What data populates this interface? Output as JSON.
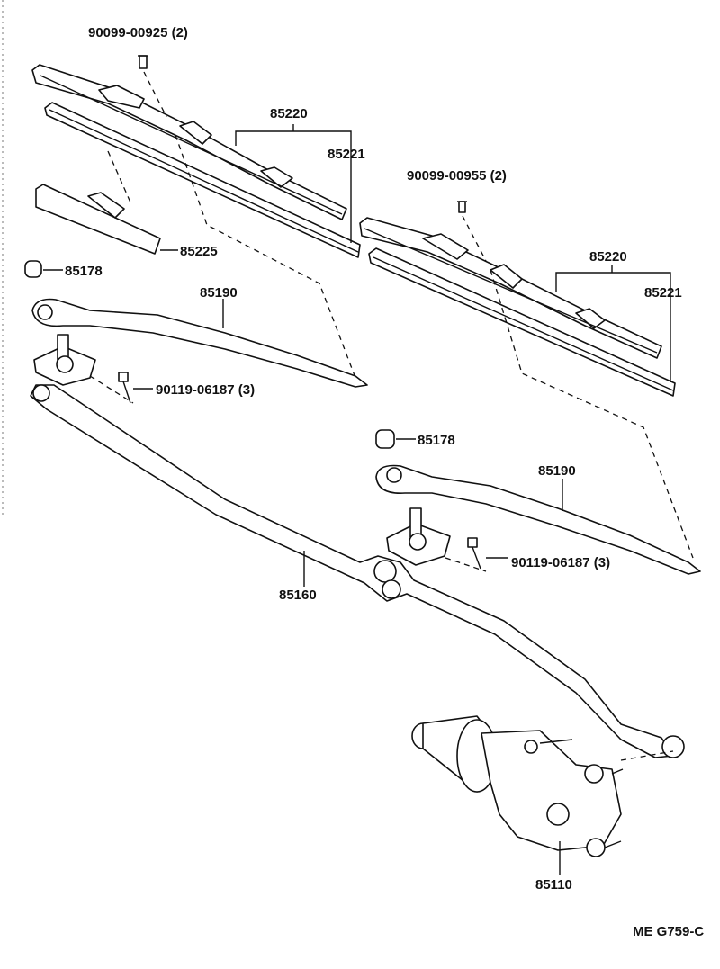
{
  "labels": {
    "screw_left": "90099-00925 (2)",
    "screw_right": "90099-00955 (2)",
    "blade_assy_left": "85220",
    "blade_rubber_left": "85221",
    "blade_assy_right": "85220",
    "blade_rubber_right": "85221",
    "spoiler": "85225",
    "cap_left": "85178",
    "cap_right": "85178",
    "arm_left": "85190",
    "arm_right": "85190",
    "bolt_left": "90119-06187 (3)",
    "bolt_right": "90119-06187 (3)",
    "link": "85160",
    "motor": "85110",
    "figure_code": "ME G759-C"
  }
}
